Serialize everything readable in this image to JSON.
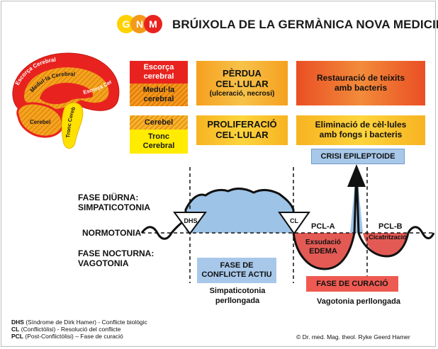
{
  "header": {
    "logo_letters": [
      "G",
      "N",
      "M"
    ],
    "title": "BRÚIXOLA DE LA GERMÀNICA NOVA MEDICINA"
  },
  "brain": {
    "labels": {
      "cortex": "Escorça Cerebral",
      "medulla": "Medul·la Cerebral",
      "cortex_right": "Escorça Cerebral",
      "cerebellum": "Cerebel",
      "brainstem": "Tronc Cerebral"
    }
  },
  "legend_boxes": {
    "cortex_line1": "Escorça",
    "cortex_line2": "cerebral",
    "medulla_line1": "Medul·la",
    "medulla_line2": "cerebral",
    "cerebellum": "Cerebel",
    "brainstem_line1": "Tronc",
    "brainstem_line2": "Cerebral"
  },
  "phase_boxes": {
    "cell_loss_line1": "PÈRDUA",
    "cell_loss_line2": "CEL·LULAR",
    "cell_loss_sub": "(ulceració, necrosi)",
    "restoration_line1": "Restauració de teixits",
    "restoration_line2": "amb bacteris",
    "proliferation_line1": "PROLIFERACIÓ",
    "proliferation_line2": "CEL·LULAR",
    "elimination_line1": "Eliminació de cèl·lules",
    "elimination_line2": "amb fongs i bacteris"
  },
  "diagram": {
    "epileptoid_crisis": "CRISI EPILEPTOIDE",
    "day_phase_line1": "FASE DIÜRNA:",
    "day_phase_line2": "SIMPATICOTONIA",
    "normotonia": "NORMOTONIA",
    "night_phase_line1": "FASE NOCTURNA:",
    "night_phase_line2": "VAGOTONIA",
    "dhs": "DHS",
    "cl": "CL",
    "pcl_a": "PCL-A",
    "pcl_b": "PCL-B",
    "exudation": "Exsudació",
    "edema": "EDEMA",
    "scarring": "Cicatrització",
    "active_conflict_line1": "FASE DE",
    "active_conflict_line2": "CONFLICTE ACTIU",
    "healing_phase": "FASE DE CURACIÓ",
    "sympathicotonia_line1": "Simpaticotonia",
    "sympathicotonia_line2": "perllongada",
    "vagotonia": "Vagotonia perllongada"
  },
  "footer": {
    "dhs_abbr": "DHS",
    "dhs_text": " (Síndrome de Dirk Hamer) - Conflicte biològic",
    "cl_abbr": "CL",
    "cl_text": " (Conflictòlisi) - Resolució del conflicte",
    "pcl_abbr": "PCL",
    "pcl_text": " (Post-Conflictòlisi) – Fase de curació",
    "copyright": "© Dr. med. Mag. theol. Ryke Geerd Hamer"
  },
  "colors": {
    "logo_red": "#e8231f",
    "logo_orange": "#f5a01e",
    "logo_yellow": "#ffe100",
    "sympathicotonia_blue": "#9dc3e6",
    "vagotonia_red": "#e35a54",
    "healing_box": "#ee5a52"
  }
}
